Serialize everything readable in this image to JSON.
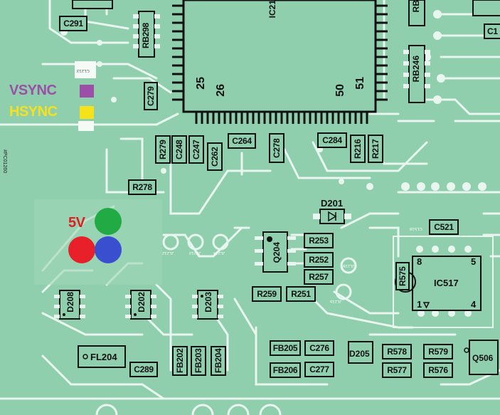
{
  "labels": {
    "c291": "C291",
    "rb298": "RB298",
    "ic21": "IC21",
    "rb_top": "RB",
    "rb246": "RB246",
    "c1": "C1",
    "c279": "C279",
    "pin25": "25",
    "pin26": "26",
    "pin50": "50",
    "pin51": "51",
    "r279": "R279",
    "c248": "C248",
    "c247": "C247",
    "c262": "C262",
    "c264": "C264",
    "c278": "C278",
    "c284": "C284",
    "r216": "R216",
    "r217": "R217",
    "r278": "R278",
    "d201": "D201",
    "c521": "C521",
    "q204": "Q204",
    "r253": "R253",
    "r252": "R252",
    "r257": "R257",
    "r259": "R259",
    "r251": "R251",
    "ic517": "IC517",
    "pin8": "8",
    "pin5": "5",
    "pin1": "1",
    "pin4": "4",
    "r575": "R575",
    "d208": "D208",
    "d202": "D202",
    "d203": "D203",
    "fl204": "FL204",
    "c289": "C289",
    "fb202": "FB202",
    "fb203": "FB203",
    "fb204": "FB204",
    "fb205": "FB205",
    "c276": "C276",
    "fb206": "FB206",
    "c277": "C277",
    "d205": "D205",
    "r578": "R578",
    "r579": "R579",
    "r577": "R577",
    "r576": "R576",
    "q506": "Q506"
  },
  "silkscreen": {
    "cl213": "CL213",
    "pc01260": "#PC01260",
    "jl212": "JL212",
    "jl213": "JL213",
    "jl214": "JL214",
    "jl216": "JL216",
    "jl215": "JL215",
    "cl518": "CL518"
  },
  "legend": {
    "vsync": {
      "text": "VSYNC",
      "color": "#9b4fa6"
    },
    "hsync": {
      "text": "HSYNC",
      "color": "#f5e21b"
    },
    "five_v": {
      "text": "5V",
      "color": "#e02020"
    },
    "dot_green": "#22aa44",
    "dot_red": "#e8202a",
    "dot_blue": "#3a4fd0"
  }
}
